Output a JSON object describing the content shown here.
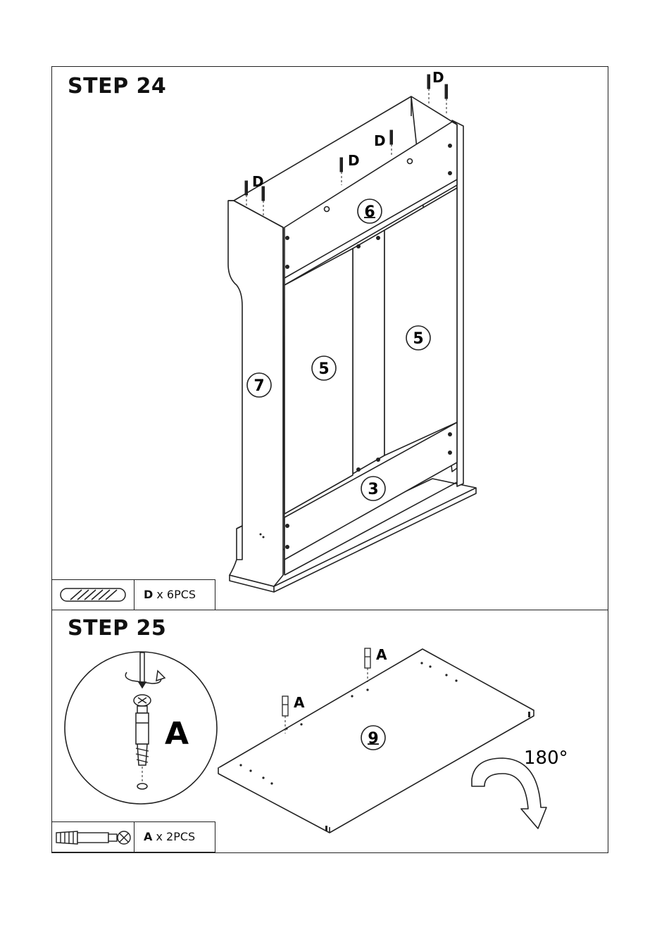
{
  "step24": {
    "title": "STEP 24",
    "hardware": {
      "letter": "D",
      "qty_suffix": " x 6PCS",
      "icon": "wooden-dowel-icon"
    },
    "callouts": [
      "D",
      "D",
      "D",
      "D"
    ],
    "parts": {
      "top_rail": "6",
      "left_panel": "5",
      "right_panel": "5",
      "side": "7",
      "bottom_rail": "3"
    }
  },
  "step25": {
    "title": "STEP 25",
    "hardware": {
      "letter": "A",
      "qty_suffix": " x 2PCS",
      "icon": "cam-bolt-icon"
    },
    "detail_label": "A",
    "callouts": [
      "A",
      "A"
    ],
    "board": "9",
    "rotation": "180°"
  },
  "colors": {
    "line": "#222222",
    "background": "#ffffff"
  }
}
